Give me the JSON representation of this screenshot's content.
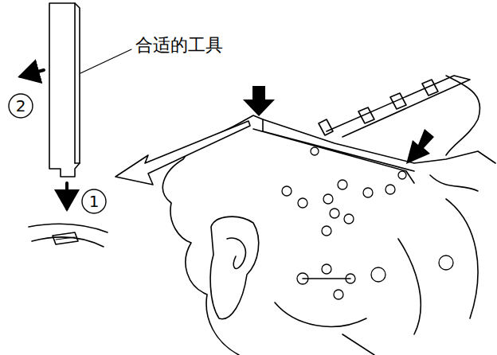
{
  "diagram": {
    "labels": [
      "合适的工具",
      "1",
      "2"
    ]
  }
}
